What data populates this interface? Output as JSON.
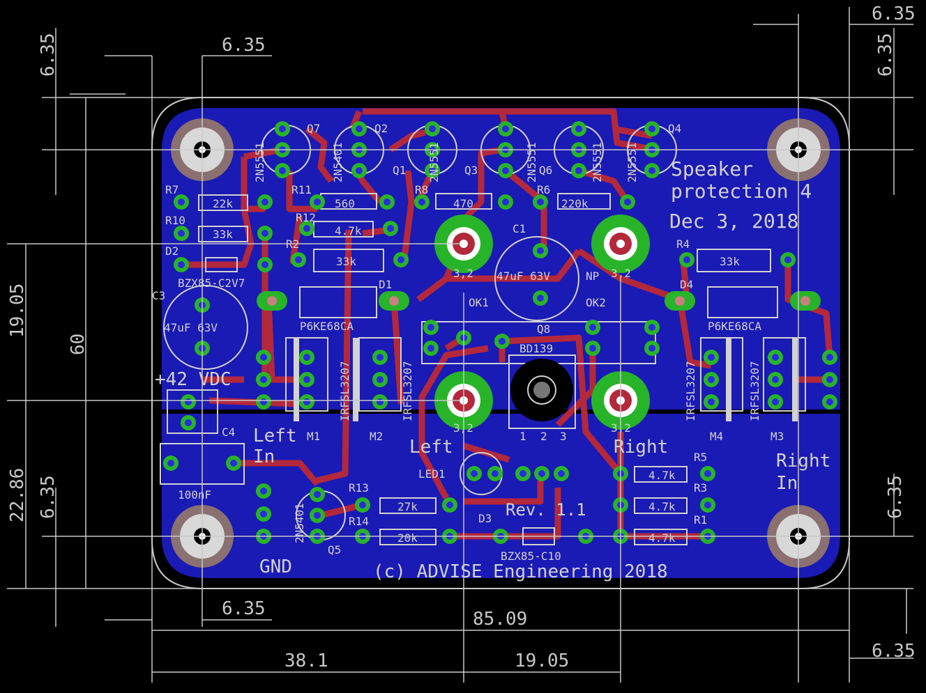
{
  "colors": {
    "background": "#000000",
    "board_fill": "#1a1ab4",
    "board_outline": "#c8c8c8",
    "trace": "#b4283c",
    "pad": "#28b428",
    "drill": "#2a2ae0",
    "silk": "#d2d2d2",
    "dimension": "#c8c8c8",
    "hole": "#a0a0a0"
  },
  "dimensions": {
    "top_left_dx": "6.35",
    "top_left_dy": "6.35",
    "top_right_dx": "6.35",
    "top_right_dy": "6.35",
    "left_19_05": "19.05",
    "left_60": "60",
    "left_22_86": "22.86",
    "left_6_35": "6.35",
    "bottom_left_dx": "6.35",
    "bottom_85_09": "85.09",
    "bottom_38_1": "38.1",
    "bottom_19_05": "19.05",
    "bottom_right_dx": "6.35",
    "right_dy": "6.35"
  },
  "board_text": {
    "title1": "Speaker",
    "title2": "protection 4",
    "date": "Dec 3, 2018",
    "rev": "Rev. 1.1",
    "copyright": "(c) ADVISE Engineering 2018",
    "supply": "+42 VDC",
    "left_in1": "Left",
    "left_in2": "In",
    "right_in1": "Right",
    "right_in2": "In",
    "gnd": "GND",
    "left": "Left",
    "right": "Right"
  },
  "parts": {
    "q7": "Q7",
    "q7_type": "2N5551",
    "q2": "Q2",
    "q2_type": "2N5401",
    "q1": "Q1",
    "q3": "Q3",
    "q3_type": "2N5551",
    "q6": "Q6",
    "q6_type": "2N5551",
    "q4": "Q4",
    "q4_type": "2N5551",
    "q4b_type": "2N5551",
    "r7": "R7",
    "r7_val": "22k",
    "r10": "R10",
    "r10_val": "33k",
    "r11": "R11",
    "r11_val": "560",
    "r12": "R12",
    "r12_val": "4.7k",
    "r8": "R8",
    "r8_val": "470",
    "r6": "R6",
    "r6_val": "220k",
    "r2": "R2",
    "r2_val": "33k",
    "r4": "R4",
    "r4_val": "33k",
    "d2": "D2",
    "d2_val": "BZX85-C2V7",
    "c3": "C3",
    "c3_val": "47uF 63V",
    "c1": "C1",
    "c1_val": "47uF 63V",
    "c1_np": "NP",
    "d1": "D1",
    "d1_val": "P6KE68CA",
    "d4": "D4",
    "d4_val": "P6KE68CA",
    "ok1": "OK1",
    "ok2": "OK2",
    "q8": "Q8",
    "q8_val": "BD139",
    "m1": "M1",
    "m2": "M2",
    "m3": "M3",
    "m4": "M4",
    "mosfet": "IRFSL3207",
    "c4": "C4",
    "c4_val": "100nF",
    "led1": "LED1",
    "q5": "Q5",
    "q5_type": "2N5401",
    "r13": "R13",
    "r13_val": "27k",
    "r14": "R14",
    "r14_val": "20k",
    "d3": "D3",
    "d3_val": "BZX85-C10",
    "r5": "R5",
    "r3": "R3",
    "r1": "R1",
    "r_val": "4.7k",
    "pin1": "1",
    "pin2": "2",
    "pin3": "3",
    "relay_val": "3,2"
  }
}
